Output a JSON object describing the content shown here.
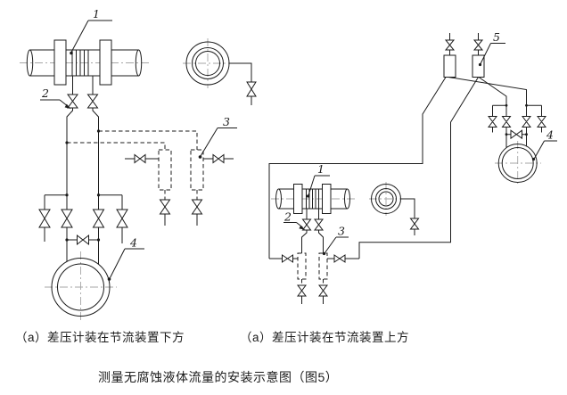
{
  "figure": {
    "title": "测量无腐蚀液体流量的安装示意图（图5）"
  },
  "left_panel": {
    "caption": "（a）差压计装在节流装置下方",
    "labels": {
      "orifice": "1",
      "shutoff_valve": "2",
      "settling_pot": "3",
      "dp_meter": "4"
    }
  },
  "right_panel": {
    "caption": "（a）差压计装在节流装置上方",
    "labels": {
      "orifice": "1",
      "shutoff_valve": "2",
      "settling_pot": "3",
      "dp_meter": "4",
      "gas_collector": "5"
    }
  },
  "colors": {
    "line": "#1b1b1b",
    "centerline": "#a6a6a6",
    "background": "#ffffff"
  }
}
